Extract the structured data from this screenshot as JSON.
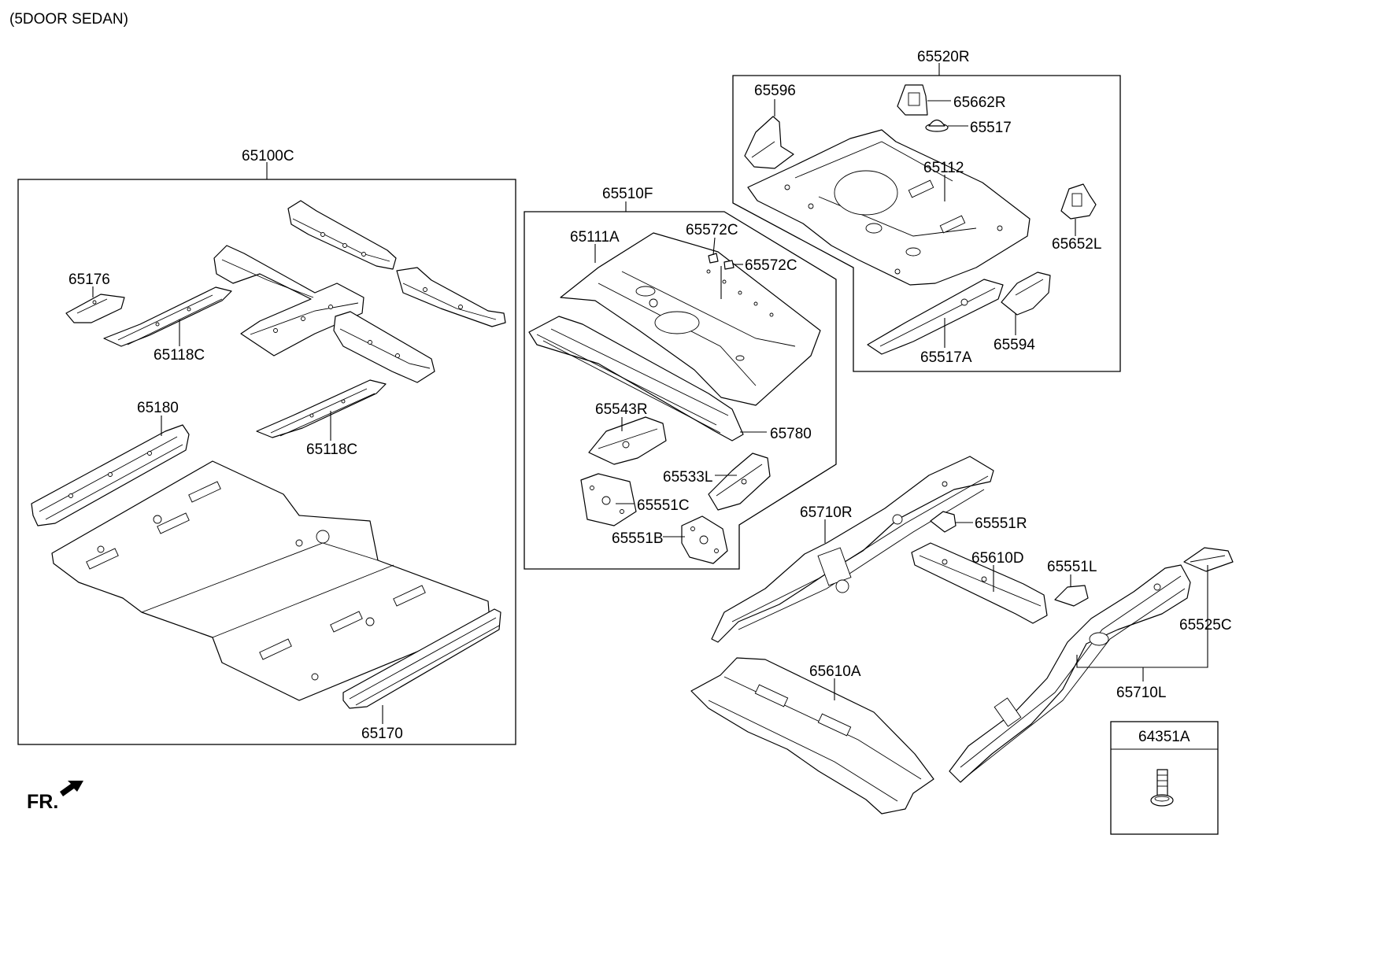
{
  "header": {
    "model": "(5DOOR SEDAN)"
  },
  "direction_label": "FR.",
  "groups": {
    "front_floor": "65100C",
    "center_floor": "65510F",
    "rear_floor": "65520R",
    "bolt": "64351A"
  },
  "labels": {
    "p65176": "65176",
    "p65118C_a": "65118C",
    "p65118C_b": "65118C",
    "p65180": "65180",
    "p65170": "65170",
    "p65111A": "65111A",
    "p65572C_a": "65572C",
    "p65572C_b": "65572C",
    "p65780": "65780",
    "p65543R": "65543R",
    "p65533L": "65533L",
    "p65551C": "65551C",
    "p65551B": "65551B",
    "p65596": "65596",
    "p65662R": "65662R",
    "p65517": "65517",
    "p65112": "65112",
    "p65652L": "65652L",
    "p65594": "65594",
    "p65517A": "65517A",
    "p65710R": "65710R",
    "p65551R": "65551R",
    "p65610D": "65610D",
    "p65551L": "65551L",
    "p65525C": "65525C",
    "p65710L": "65710L",
    "p65610A": "65610A"
  }
}
